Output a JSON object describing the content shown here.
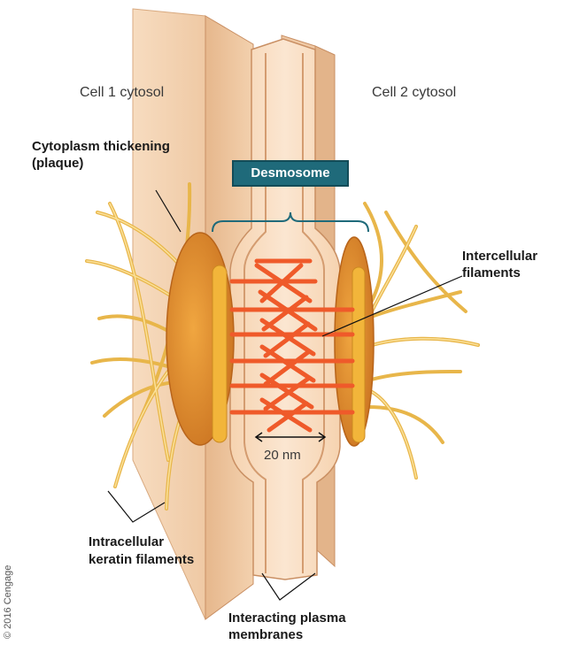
{
  "labels": {
    "cell1": "Cell 1 cytosol",
    "cell2": "Cell 2 cytosol",
    "plaque_line1": "Cytoplasm thickening",
    "plaque_line2": "(plaque)",
    "desmosome": "Desmosome",
    "intercellular_line1": "Intercellular",
    "intercellular_line2": "filaments",
    "scale": "20 nm",
    "keratin_line1": "Intracellular",
    "keratin_line2": "keratin filaments",
    "membranes_line1": "Interacting plasma",
    "membranes_line2": "membranes",
    "copyright": "© 2016 Cengage"
  },
  "colors": {
    "membrane": "#f3d3b3",
    "membrane_edge": "#c98f63",
    "plaque": "#d9822b",
    "plaque_inner": "#f2b53a",
    "keratin": "#f2c65a",
    "intercellular": "#ef5a2a",
    "badge": "#1f6a7a"
  }
}
